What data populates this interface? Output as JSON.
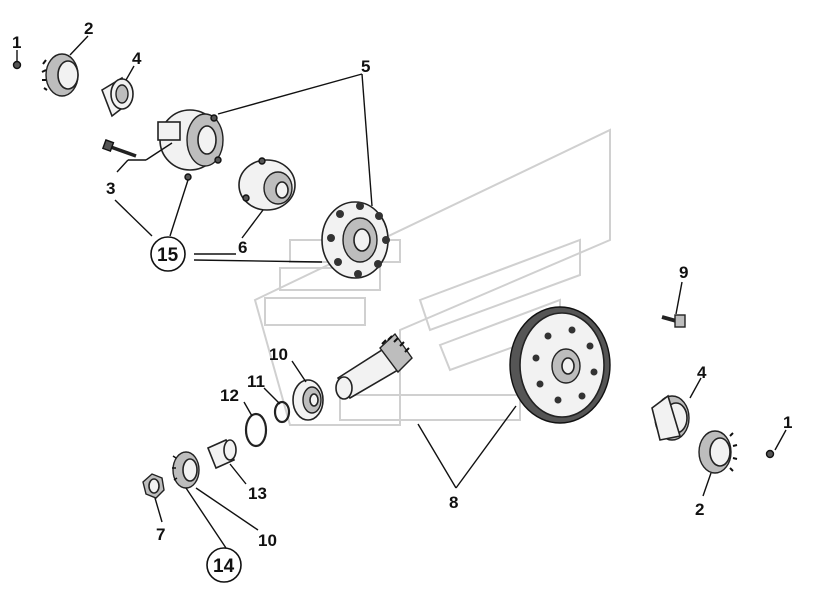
{
  "diagram": {
    "callouts": {
      "c1_left": "1",
      "c2_left": "2",
      "c4_left": "4",
      "c5": "5",
      "c3": "3",
      "c15": "15",
      "c6": "6",
      "c9": "9",
      "c10_top": "10",
      "c11": "11",
      "c12": "12",
      "c4_right": "4",
      "c1_right": "1",
      "c2_right": "2",
      "c13": "13",
      "c7": "7",
      "c10_bottom": "10",
      "c8": "8",
      "c14": "14"
    }
  }
}
